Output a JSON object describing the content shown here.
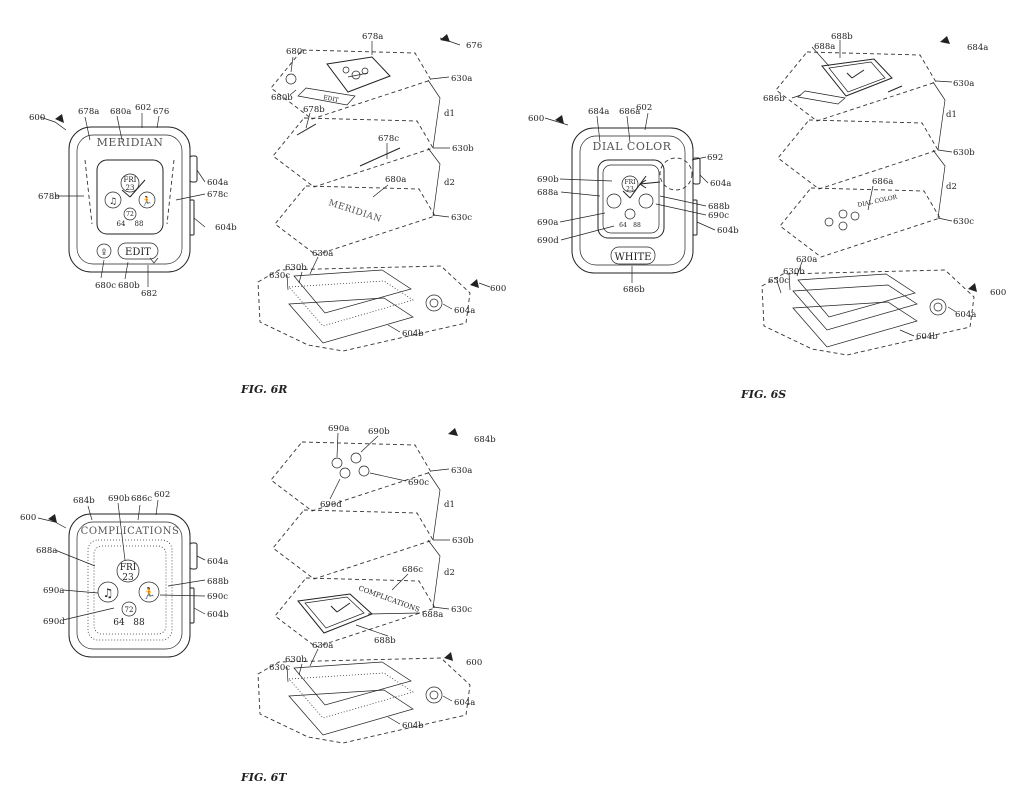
{
  "figures": {
    "r": {
      "caption": "FIG. 6R",
      "watch": {
        "title": "MERIDIAN",
        "day": "FRI",
        "date": "23",
        "temp": "72",
        "temp_low": "64",
        "temp_high": "88",
        "button": "EDIT"
      },
      "labels": {
        "l600": "600",
        "l678a": "678a",
        "l680a": "680a",
        "l602": "602",
        "l676": "676",
        "l678b": "678b",
        "l604a": "604a",
        "l678c": "678c",
        "l604b": "604b",
        "l680c": "680c",
        "l680b": "680b",
        "l682": "682"
      },
      "exploded": {
        "l680c": "680c",
        "l678a": "678a",
        "l676": "676",
        "l630a": "630a",
        "l680b": "680b",
        "l678b": "678b",
        "l678c": "678c",
        "l630b": "630b",
        "l680a": "680a",
        "l630c": "630c",
        "l_d1": "d1",
        "l_d2": "d2",
        "l630a_b": "630a",
        "l630b_b": "630b",
        "l630c_b": "630c",
        "l600": "600",
        "l604a": "604a",
        "l604b": "604b",
        "edit_text": "EDIT",
        "layer_text": "MERIDIAN"
      }
    },
    "s": {
      "caption": "FIG. 6S",
      "watch": {
        "title": "DIAL COLOR",
        "day": "FRI",
        "date": "23",
        "temp_low": "64",
        "temp_high": "88",
        "button": "WHITE"
      },
      "labels": {
        "l600": "600",
        "l684a": "684a",
        "l686a": "686a",
        "l602": "602",
        "l692": "692",
        "l690b": "690b",
        "l688a": "688a",
        "l690a": "690a",
        "l690d": "690d",
        "l604a": "604a",
        "l688b": "688b",
        "l690c": "690c",
        "l604b": "604b",
        "l686b": "686b"
      },
      "exploded": {
        "l688b": "688b",
        "l688a": "688a",
        "l684a": "684a",
        "l630a": "630a",
        "l686b": "686b",
        "l630b": "630b",
        "l686a": "686a",
        "l630c": "630c",
        "l_d1": "d1",
        "l_d2": "d2",
        "l630a_b": "630a",
        "l630b_b": "630b",
        "l630c_b": "630c",
        "l600": "600",
        "l604a": "604a",
        "l604b": "604b",
        "layer_text": "DIAL COLOR"
      }
    },
    "t": {
      "caption": "FIG. 6T",
      "watch": {
        "title": "COMPLICATIONS",
        "day": "FRI",
        "date": "23",
        "temp": "72",
        "temp_low": "64",
        "temp_high": "88"
      },
      "labels": {
        "l600": "600",
        "l684b": "684b",
        "l690b": "690b",
        "l686c": "686c",
        "l602": "602",
        "l688a": "688a",
        "l604a": "604a",
        "l688b": "688b",
        "l690a": "690a",
        "l690c": "690c",
        "l690d": "690d",
        "l604b": "604b"
      },
      "exploded": {
        "l690a": "690a",
        "l690b": "690b",
        "l684b": "684b",
        "l630a": "630a",
        "l690c": "690c",
        "l690d": "690d",
        "l_d1": "d1",
        "l630b": "630b",
        "l_d2": "d2",
        "l686c": "686c",
        "l630c": "630c",
        "l688a": "688a",
        "l688b": "688b",
        "l630a_b": "630a",
        "l630b_b": "630b",
        "l630c_b": "630c",
        "l600": "600",
        "l604a": "604a",
        "l604b": "604b",
        "layer_text": "COMPLICATIONS"
      }
    }
  }
}
